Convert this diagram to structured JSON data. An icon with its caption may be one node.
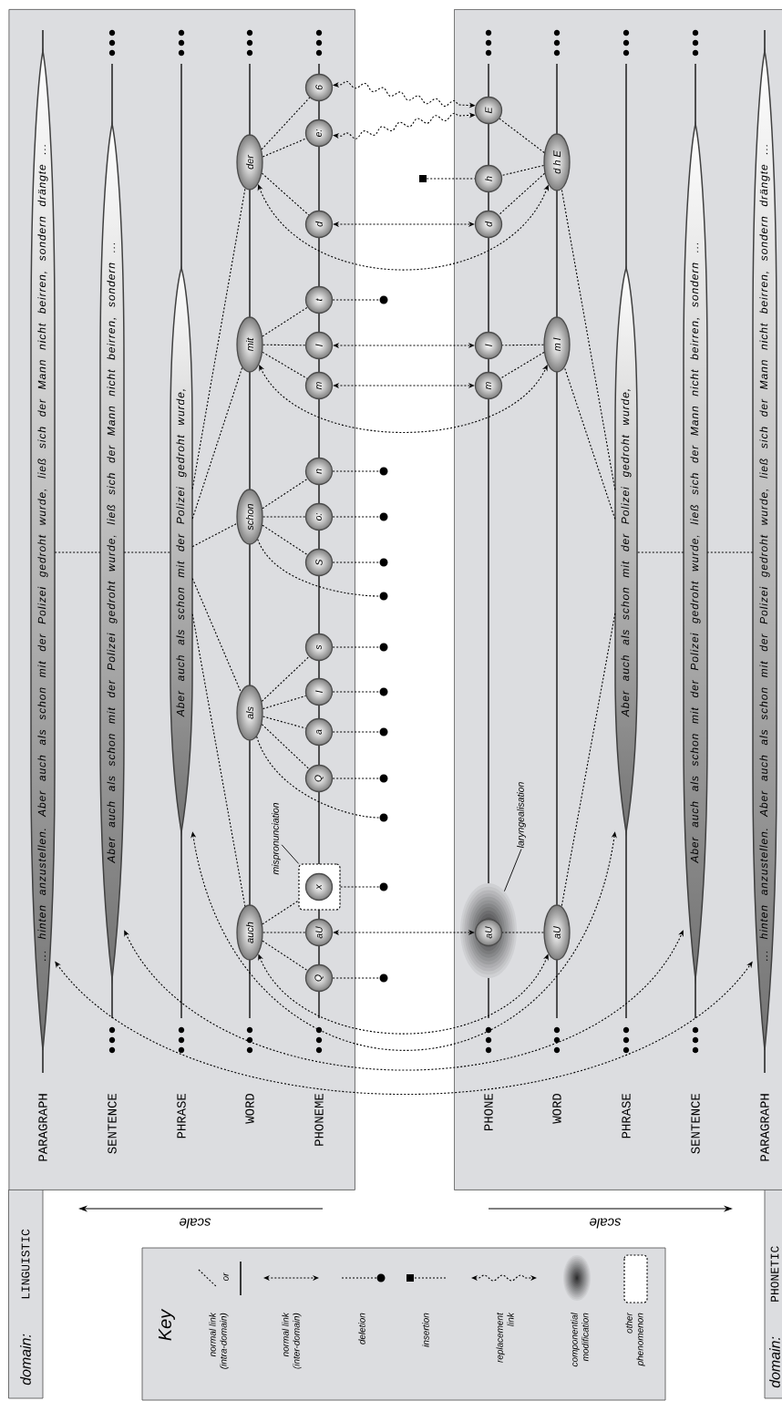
{
  "diagram": {
    "nodes": [
      {
        "text": [
          "domain:",
          "LINGUISTIC"
        ]
      },
      {
        "text": [
          "domain:",
          "PHONETIC"
        ]
      },
      {
        "text": [
          "... hinten anzustellen. Aber auch als schon mit der Polizei gedroht wurde, ließ sich der Mann nicht beirren, sondern drängte ..."
        ],
        "in": 0
      },
      {
        "text": [
          "Aber auch als schon mit der Polizei gedroht wurde, ließ sich der Mann nicht beirren, sondern ..."
        ],
        "in": 0
      },
      {
        "text": [
          "Aber auch als schon mit der Polizei gedroht wurde,"
        ],
        "in": 0
      },
      {
        "text": [
          "der"
        ],
        "in": 0
      },
      {
        "text": [
          "mit"
        ],
        "in": 0
      },
      {
        "text": [
          "schon"
        ],
        "in": 0
      },
      {
        "text": [
          "als"
        ],
        "in": 0
      },
      {
        "text": [
          "auch"
        ],
        "in": 0
      },
      {
        "text": [
          "6"
        ],
        "in": 0
      },
      {
        "text": [
          "e:"
        ],
        "in": 0
      },
      {
        "text": [
          "d"
        ],
        "in": 0
      },
      {
        "text": [
          "t"
        ],
        "in": 0
      },
      {
        "text": [
          "l"
        ],
        "in": 0
      },
      {
        "text": [
          "m"
        ],
        "in": 0
      },
      {
        "text": [
          "n"
        ],
        "in": 0
      },
      {
        "text": [
          "o:"
        ],
        "in": 0
      },
      {
        "text": [
          "S"
        ],
        "in": 0
      },
      {
        "text": [
          "s"
        ],
        "in": 0
      },
      {
        "text": [
          "l"
        ],
        "in": 0
      },
      {
        "text": [
          "a"
        ],
        "in": 0
      },
      {
        "text": [
          "Q"
        ],
        "in": 0
      },
      {
        "text": [],
        "shape": "box",
        "in": 0
      },
      {
        "text": [
          "x"
        ],
        "in": 23
      },
      {
        "text": [
          "aU"
        ],
        "in": 0
      },
      {
        "text": [
          "Q"
        ],
        "in": 0
      },
      {
        "text": [
          "mispronunciation"
        ],
        "in": 0
      },
      {
        "text": [],
        "shape": "circle"
      },
      {
        "text": [],
        "shape": "circle"
      },
      {
        "text": [],
        "shape": "circle"
      },
      {
        "text": [],
        "shape": "circle"
      },
      {
        "text": [],
        "shape": "circle"
      },
      {
        "text": [],
        "shape": "circle"
      },
      {
        "text": [],
        "shape": "circle"
      },
      {
        "text": [],
        "shape": "circle"
      },
      {
        "text": [],
        "shape": "circle"
      },
      {
        "text": [],
        "shape": "circle"
      },
      {
        "text": [],
        "shape": "circle"
      },
      {
        "text": [],
        "shape": "circle"
      },
      {
        "text": [
          "... hinten anzustellen. Aber auch als schon mit der Polizei gedroht wurde, ließ sich der Mann nicht beirren, sondern drängte ..."
        ],
        "in": 1
      },
      {
        "text": [
          "Aber auch als schon mit der Polizei gedroht wurde, ließ sich der Mann nicht beirren, sondern ..."
        ],
        "in": 1
      },
      {
        "text": [
          "Aber auch als schon mit der Polizei gedroht wurde,"
        ],
        "in": 1
      },
      {
        "text": [
          "d h E"
        ],
        "in": 1
      },
      {
        "text": [
          "m l"
        ],
        "in": 1
      },
      {
        "text": [
          "aU"
        ],
        "in": 1
      },
      {
        "text": [
          "E"
        ],
        "in": 1
      },
      {
        "text": [
          "h"
        ],
        "in": 1
      },
      {
        "text": [
          "d"
        ],
        "in": 1
      },
      {
        "text": [
          "l"
        ],
        "in": 1
      },
      {
        "text": [
          "m"
        ],
        "in": 1
      },
      {
        "text": [],
        "shape": "ellipse",
        "in": 1
      },
      {
        "text": [
          "aU"
        ],
        "in": 51
      },
      {
        "text": [
          "laryngealisation"
        ],
        "in": 1
      },
      {
        "text": [],
        "shape": "box"
      }
    ],
    "edges": [
      {
        "from": 2,
        "to": 3,
        "arrow": "none",
        "style": "dashed"
      },
      {
        "from": 3,
        "to": 4,
        "arrow": "none",
        "style": "dashed"
      },
      {
        "from": 4,
        "to": 5,
        "arrow": "none",
        "style": "dashed"
      },
      {
        "from": 4,
        "to": 6,
        "arrow": "none",
        "style": "dashed"
      },
      {
        "from": 4,
        "to": 7,
        "arrow": "none",
        "style": "dashed"
      },
      {
        "from": 4,
        "to": 8,
        "arrow": "none",
        "style": "dashed"
      },
      {
        "from": 4,
        "to": 9,
        "arrow": "none",
        "style": "dashed"
      },
      {
        "from": 5,
        "to": 10,
        "arrow": "none",
        "style": "dashed"
      },
      {
        "from": 5,
        "to": 11,
        "arrow": "none",
        "style": "dashed"
      },
      {
        "from": 5,
        "to": 12,
        "arrow": "none",
        "style": "dashed"
      },
      {
        "from": 6,
        "to": 13,
        "arrow": "none",
        "style": "dashed"
      },
      {
        "from": 6,
        "to": 14,
        "arrow": "none",
        "style": "dashed"
      },
      {
        "from": 6,
        "to": 15,
        "arrow": "none",
        "style": "dashed"
      },
      {
        "from": 7,
        "to": 16,
        "arrow": "none",
        "style": "dashed"
      },
      {
        "from": 7,
        "to": 17,
        "arrow": "none",
        "style": "dashed"
      },
      {
        "from": 7,
        "to": 18,
        "arrow": "none",
        "style": "dashed"
      },
      {
        "from": 7,
        "to": 32,
        "arrow": "none",
        "style": "dashed"
      },
      {
        "from": 8,
        "to": 19,
        "arrow": "none",
        "style": "dashed"
      },
      {
        "from": 8,
        "to": 20,
        "arrow": "none",
        "style": "dashed"
      },
      {
        "from": 8,
        "to": 21,
        "arrow": "none",
        "style": "dashed"
      },
      {
        "from": 8,
        "to": 22,
        "arrow": "none",
        "style": "dashed"
      },
      {
        "from": 8,
        "to": 37,
        "arrow": "none",
        "style": "dashed"
      },
      {
        "from": 9,
        "to": 23,
        "arrow": "none",
        "style": "dashed"
      },
      {
        "from": 9,
        "to": 25,
        "arrow": "none",
        "style": "dashed"
      },
      {
        "from": 9,
        "to": 26,
        "arrow": "none",
        "style": "dashed"
      },
      {
        "from": 13,
        "to": 28,
        "arrow": "none",
        "style": "dashed"
      },
      {
        "from": 16,
        "to": 29,
        "arrow": "none",
        "style": "dashed"
      },
      {
        "from": 17,
        "to": 30,
        "arrow": "none",
        "style": "dashed"
      },
      {
        "from": 18,
        "to": 31,
        "arrow": "none",
        "style": "dashed"
      },
      {
        "from": 19,
        "to": 33,
        "arrow": "none",
        "style": "dashed"
      },
      {
        "from": 20,
        "to": 34,
        "arrow": "none",
        "style": "dashed"
      },
      {
        "from": 21,
        "to": 35,
        "arrow": "none",
        "style": "dashed"
      },
      {
        "from": 22,
        "to": 36,
        "arrow": "none",
        "style": "dashed"
      },
      {
        "from": 23,
        "to": 38,
        "arrow": "none",
        "style": "dashed"
      },
      {
        "from": 26,
        "to": 39,
        "arrow": "none",
        "style": "dashed"
      },
      {
        "from": 27,
        "to": 23,
        "arrow": "none"
      },
      {
        "from": 40,
        "to": 41,
        "arrow": "none",
        "style": "dashed"
      },
      {
        "from": 41,
        "to": 42,
        "arrow": "none",
        "style": "dashed"
      },
      {
        "from": 42,
        "to": 43,
        "arrow": "none",
        "style": "dashed"
      },
      {
        "from": 42,
        "to": 44,
        "arrow": "none",
        "style": "dashed"
      },
      {
        "from": 42,
        "to": 45,
        "arrow": "none",
        "style": "dashed"
      },
      {
        "from": 43,
        "to": 46,
        "arrow": "none",
        "style": "dashed"
      },
      {
        "from": 43,
        "to": 47,
        "arrow": "none",
        "style": "dashed"
      },
      {
        "from": 43,
        "to": 48,
        "arrow": "none",
        "style": "dashed"
      },
      {
        "from": 44,
        "to": 49,
        "arrow": "none",
        "style": "dashed"
      },
      {
        "from": 44,
        "to": 50,
        "arrow": "none",
        "style": "dashed"
      },
      {
        "from": 45,
        "to": 52,
        "arrow": "none",
        "style": "dashed"
      },
      {
        "from": 54,
        "to": 47,
        "arrow": "none",
        "style": "dashed"
      },
      {
        "from": 53,
        "to": 51,
        "arrow": "none"
      },
      {
        "from": 12,
        "to": 48,
        "arrow": "both",
        "style": "dashed"
      },
      {
        "from": 14,
        "to": 49,
        "arrow": "both",
        "style": "dashed"
      },
      {
        "from": 15,
        "to": 50,
        "arrow": "both",
        "style": "dashed"
      },
      {
        "from": 25,
        "to": 52,
        "arrow": "both",
        "style": "dashed"
      },
      {
        "from": 10,
        "to": 46,
        "arrow": "both",
        "style": "dashed"
      },
      {
        "from": 11,
        "to": 46,
        "arrow": "both",
        "style": "dashed"
      },
      {
        "from": 5,
        "to": 43,
        "arrow": "both",
        "style": "dashed"
      },
      {
        "from": 6,
        "to": 44,
        "arrow": "both",
        "style": "dashed"
      },
      {
        "from": 9,
        "to": 45,
        "arrow": "both",
        "style": "dashed"
      },
      {
        "from": 4,
        "to": 42,
        "arrow": "both",
        "style": "dashed"
      },
      {
        "from": 3,
        "to": 41,
        "arrow": "both",
        "style": "dashed"
      },
      {
        "from": 2,
        "to": 40,
        "arrow": "both",
        "style": "dashed"
      }
    ],
    "labels": [
      "PARAGRAPH",
      "SENTENCE",
      "PHRASE",
      "WORD",
      "PHONEME",
      "PHONE",
      "WORD",
      "PHRASE",
      "SENTENCE",
      "PARAGRAPH",
      "scale",
      "scale",
      "Key",
      "or"
    ],
    "legend": [
      {
        "text": "normal link (intra-domain)"
      },
      {
        "text": "normal link (inter-domain)"
      },
      {
        "text": "deletion"
      },
      {
        "text": "insertion"
      },
      {
        "text": "replacement link"
      },
      {
        "text": "componential modification"
      },
      {
        "text": "other phenomenon"
      }
    ]
  }
}
